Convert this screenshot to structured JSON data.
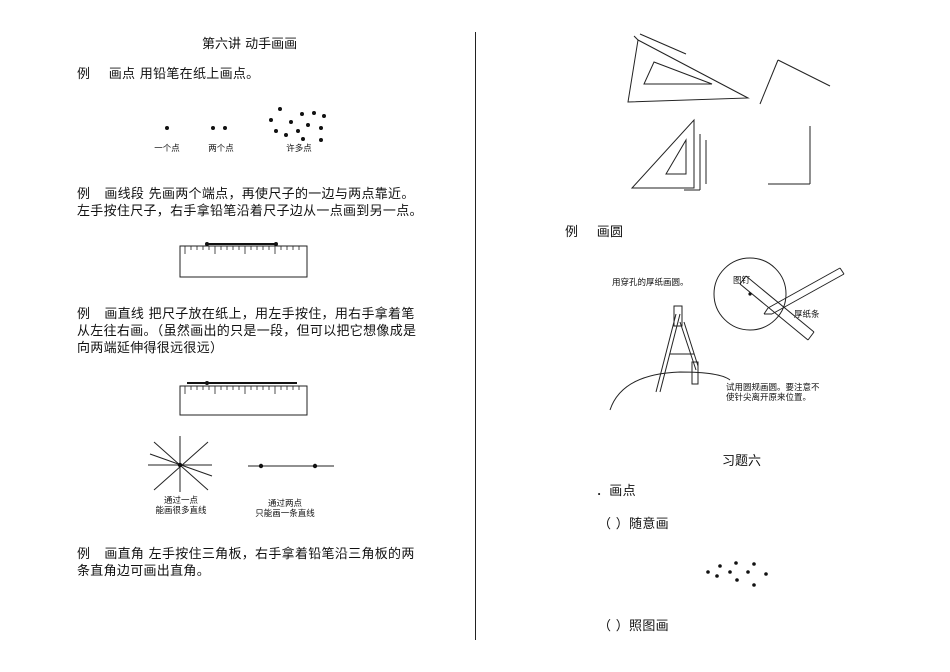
{
  "left": {
    "title": "第六讲  动手画画",
    "ex1": {
      "label": "例",
      "text": "画点 用铅笔在纸上画点。"
    },
    "dots_labels": [
      "一个点",
      "两个点",
      "许多点"
    ],
    "ex2": {
      "label": "例",
      "line1": "画线段 先画两个端点，再使尺子的一边与两点靠近。",
      "line2": "左手按住尺子，右手拿铅笔沿着尺子边从一点画到另一点。"
    },
    "ex3": {
      "label": "例",
      "line1": "画直线 把尺子放在纸上，用左手按住，用右手拿着笔",
      "line2": "从左往右画。（虽然画出的只是一段，但可以把它想像成是",
      "line3": "向两端延伸得很远很远）"
    },
    "lines_caption1": [
      "通过一点",
      "能画很多直线"
    ],
    "lines_caption2": [
      "通过两点",
      "只能画一条直线"
    ],
    "ex4": {
      "label": "例",
      "line1": "画直角 左手按住三角板，右手拿着铅笔沿三角板的两",
      "line2": "条直角边可画出直角。"
    }
  },
  "right": {
    "ex5": {
      "label": "例",
      "text": "画圆"
    },
    "circle_labels": {
      "hole": "用穿孔的厚纸画圆。",
      "pin": "图钉",
      "strip": "厚纸条",
      "compass_1": "试用圆规画圆。要注意不",
      "compass_2": "使针尖离开原来位置。"
    },
    "exercise_title": "习题六",
    "q1": "．画点",
    "q1a": "（ ）随意画",
    "q1b": "（ ）照图画"
  }
}
